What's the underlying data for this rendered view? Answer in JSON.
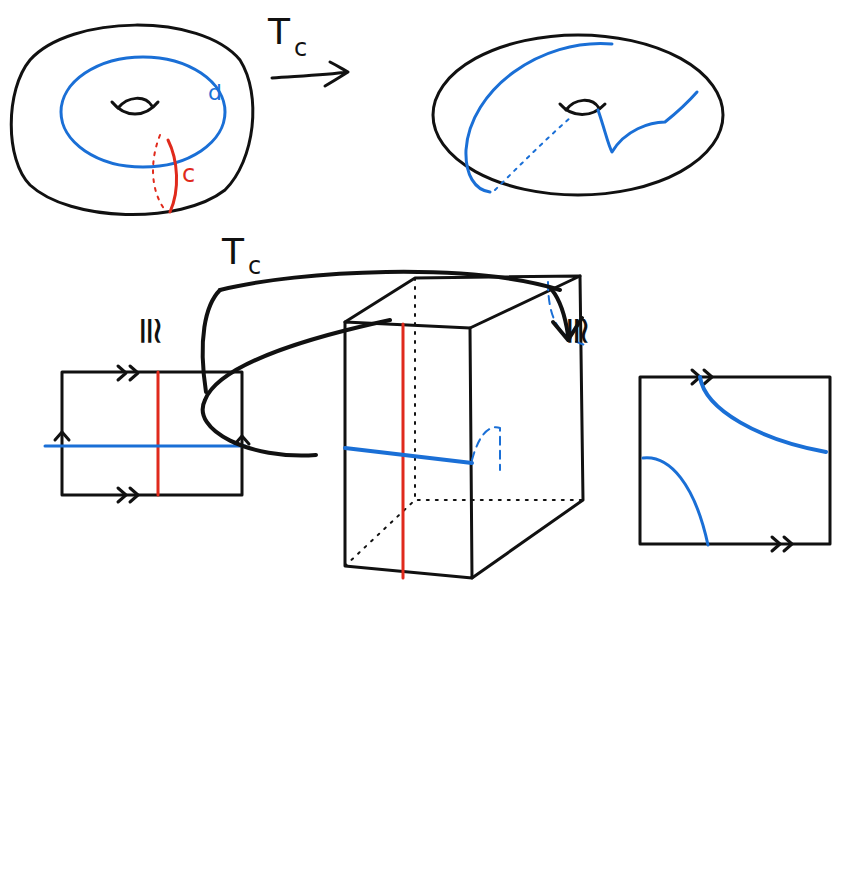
{
  "diagram": {
    "labels": [
      "T",
      "c",
      "d",
      "c",
      "≅",
      "≅",
      "T",
      "c"
    ]
  }
}
